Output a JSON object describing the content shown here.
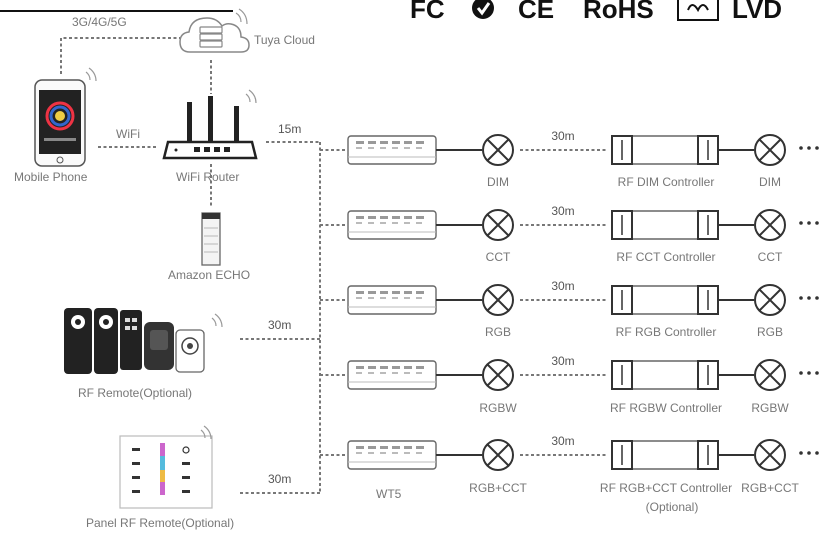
{
  "header": {
    "certifications": [
      "FC",
      "CE",
      "RoHS",
      "LVD"
    ]
  },
  "network": {
    "cloud_link": "3G/4G/5G",
    "cloud": "Tuya Cloud",
    "phone": "Mobile Phone",
    "wifi_link": "WiFi",
    "router": "WiFi Router",
    "router_distance": "15m",
    "echo": "Amazon ECHO",
    "rf_remote": "RF Remote(Optional)",
    "rf_remote_distance": "30m",
    "panel_remote": "Panel RF Remote(Optional)",
    "panel_remote_distance": "30m",
    "module_name": "WT5"
  },
  "rows": [
    {
      "light": "DIM",
      "distance": "30m",
      "controller": "RF DIM Controller",
      "light2": "DIM",
      "controller_note": ""
    },
    {
      "light": "CCT",
      "distance": "30m",
      "controller": "RF CCT Controller",
      "light2": "CCT",
      "controller_note": ""
    },
    {
      "light": "RGB",
      "distance": "30m",
      "controller": "RF RGB Controller",
      "light2": "RGB",
      "controller_note": ""
    },
    {
      "light": "RGBW",
      "distance": "30m",
      "controller": "RF RGBW Controller",
      "light2": "RGBW",
      "controller_note": ""
    },
    {
      "light": "RGB+CCT",
      "distance": "30m",
      "controller": "RF RGB+CCT Controller",
      "light2": "RGB+CCT",
      "controller_note": "(Optional)"
    }
  ],
  "colors": {
    "line": "#777777",
    "text": "#777777",
    "device": "#333333"
  },
  "icons": [
    "cloud-icon",
    "phone-icon",
    "router-icon",
    "echo-icon",
    "rf-remote-icon",
    "panel-remote-icon",
    "module-icon",
    "lamp-icon",
    "controller-icon",
    "wifi-signal-icon",
    "ellipsis-icon"
  ]
}
